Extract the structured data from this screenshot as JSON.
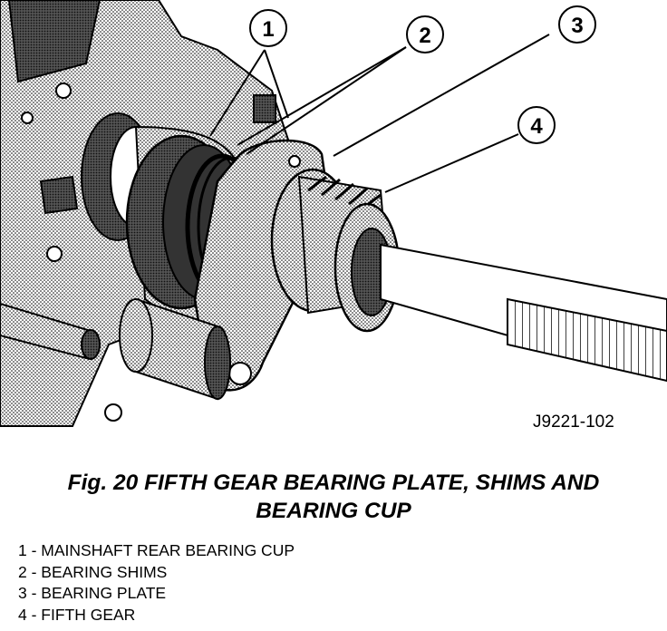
{
  "callouts": [
    "1",
    "2",
    "3",
    "4"
  ],
  "figure_id": "J9221-102",
  "caption": {
    "line1": "Fig. 20 FIFTH GEAR BEARING PLATE, SHIMS AND",
    "line2": "BEARING CUP"
  },
  "legend": [
    "1 - MAINSHAFT REAR BEARING CUP",
    "2 - BEARING SHIMS",
    "3 - BEARING PLATE",
    "4 - FIFTH GEAR"
  ]
}
